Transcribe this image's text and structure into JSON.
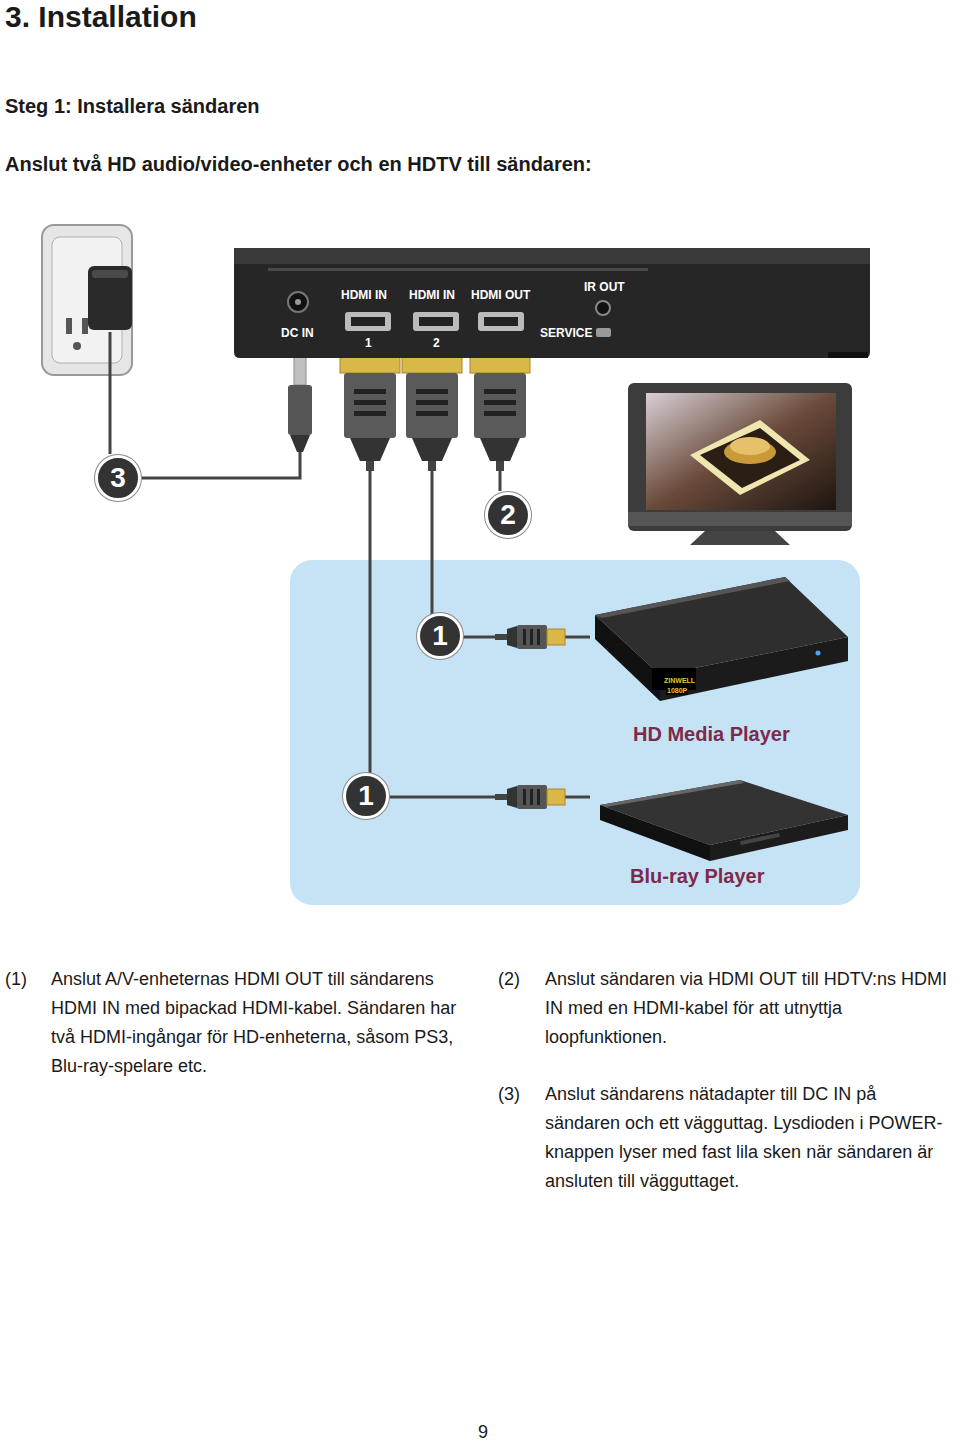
{
  "diagram": {
    "title": "3. Installation",
    "nodes": [
      {
        "text": [
          "HDMI IN",
          "HDMI IN",
          "HDMI OUT",
          "IR OUT",
          "DC IN",
          "SERVICE",
          "1",
          "2"
        ]
      },
      {
        "text": [
          "HD Media Player"
        ]
      },
      {
        "text": [
          "Blu-ray Player"
        ]
      }
    ],
    "edges": [
      {
        "from": 1,
        "to": 0,
        "arrow": "none"
      },
      {
        "from": 2,
        "to": 0,
        "arrow": "none"
      }
    ],
    "labels": [
      "Steg 1: Installera sändaren",
      "Anslut två HD audio/video-enheter och en HDTV till sändaren:",
      "3",
      "2",
      "1",
      "1",
      "ZINWELL",
      "1080P",
      "(1)",
      "Anslut A/V-enheternas HDMI OUT till sändarens HDMI IN med bipackad HDMI-kabel. Sändaren har två HDMI-ingångar för HD-enheterna, såsom PS3, Blu-ray-spelare etc.",
      "(2)",
      "Anslut sändaren via HDMI OUT till HDTV:ns HDMI IN med en HDMI-kabel för att utnyttja loopfunktionen.",
      "(3)",
      "Anslut sändarens nätadapter till DC IN på sändaren och ett vägguttag. Lysdioden i POWER-knappen lyser med fast lila sken när sändaren är ansluten till vägguttaget.",
      "9"
    ]
  }
}
